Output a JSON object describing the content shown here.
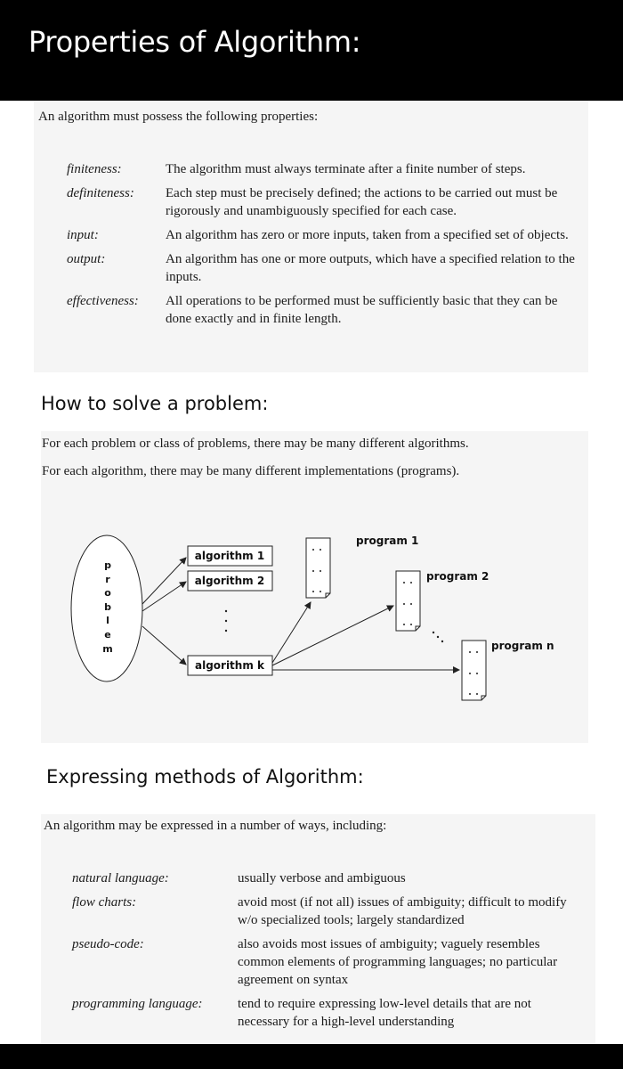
{
  "header": {
    "title": "Properties of Algorithm:"
  },
  "properties": {
    "intro": "An algorithm must possess the following properties:",
    "items": [
      {
        "term": "finiteness:",
        "desc": "The algorithm must always terminate after a finite number of steps."
      },
      {
        "term": "definiteness:",
        "desc": "Each step must be precisely defined; the actions to be carried out must be rigorously and unambiguously specified for each case."
      },
      {
        "term": "input:",
        "desc": "An algorithm has zero or more inputs, taken from a specified set of objects."
      },
      {
        "term": "output:",
        "desc": "An algorithm has one or more outputs, which have a specified relation to the inputs."
      },
      {
        "term": "effectiveness:",
        "desc": "All operations to be performed must be sufficiently basic that they can be done exactly and in finite length."
      }
    ]
  },
  "solve": {
    "title": "How to solve a problem:",
    "line1": "For each problem or class of problems, there may be many different algorithms.",
    "line2": "For each algorithm, there may be many different implementations (programs).",
    "diagram": {
      "problem_letters": [
        "p",
        "r",
        "o",
        "b",
        "l",
        "e",
        "m"
      ],
      "algorithms": [
        "algorithm 1",
        "algorithm 2",
        "algorithm k"
      ],
      "programs": [
        "program 1",
        "program 2",
        "program n"
      ]
    }
  },
  "expressing": {
    "title": "Expressing methods of Algorithm:",
    "intro": "An algorithm may be expressed in a number of ways, including:",
    "items": [
      {
        "term": "natural language:",
        "desc": "usually verbose and ambiguous"
      },
      {
        "term": "flow charts:",
        "desc": "avoid most (if not all) issues of ambiguity; difficult to modify w/o specialized tools; largely standardized"
      },
      {
        "term": "pseudo-code:",
        "desc": "also avoids most issues of ambiguity; vaguely resembles common elements of programming languages; no particular agreement on syntax"
      },
      {
        "term": "programming language:",
        "desc": "tend to require expressing low-level details that are not necessary for a high-level understanding"
      }
    ]
  }
}
